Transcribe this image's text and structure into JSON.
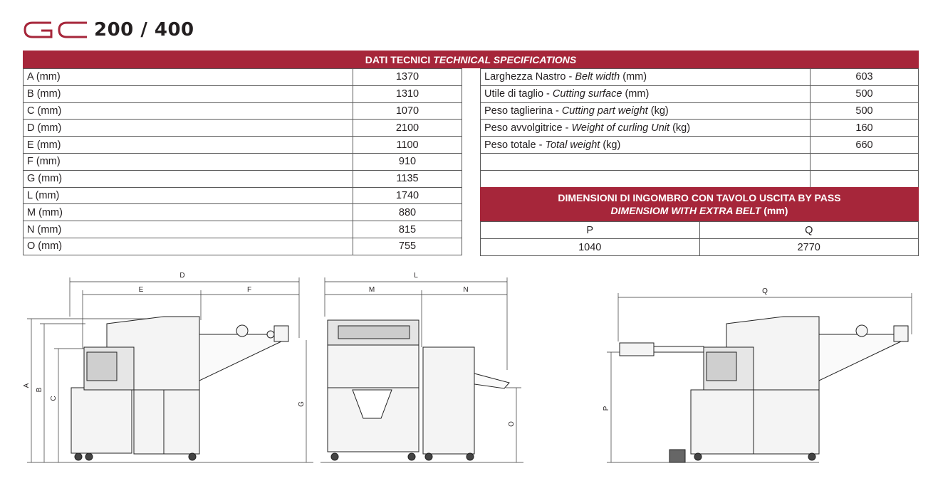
{
  "brand": {
    "logo_text": "GC",
    "model": "200 / 400",
    "color": "#a6263a"
  },
  "specs": {
    "title_it": "DATI TECNICI",
    "title_en": "TECHNICAL SPECIFICATIONS",
    "left": [
      {
        "label": "A (mm)",
        "value": "1370"
      },
      {
        "label": "B (mm)",
        "value": "1310"
      },
      {
        "label": "C (mm)",
        "value": "1070"
      },
      {
        "label": "D (mm)",
        "value": "2100"
      },
      {
        "label": "E (mm)",
        "value": "1100"
      },
      {
        "label": "F (mm)",
        "value": "910"
      },
      {
        "label": "G (mm)",
        "value": "1135"
      },
      {
        "label": "L (mm)",
        "value": "1740"
      },
      {
        "label": "M (mm)",
        "value": "880"
      },
      {
        "label": "N (mm)",
        "value": "815"
      },
      {
        "label": "O (mm)",
        "value": "755"
      }
    ],
    "right": [
      {
        "it": "Larghezza Nastro - ",
        "en": "Belt width",
        "unit": " (mm)",
        "value": "603"
      },
      {
        "it": "Utile di taglio - ",
        "en": "Cutting surface",
        "unit": " (mm)",
        "value": "500"
      },
      {
        "it": "Peso taglierina - ",
        "en": "Cutting part weight",
        "unit": " (kg)",
        "value": "500"
      },
      {
        "it": "Peso avvolgitrice - ",
        "en": "Weight of curling Unit",
        "unit": "  (kg)",
        "value": "160"
      },
      {
        "it": "Peso totale - ",
        "en": "Total weight",
        "unit": " (kg)",
        "value": "660"
      }
    ]
  },
  "bypass": {
    "title_it": "DIMENSIONI DI INGOMBRO CON TAVOLO USCITA BY PASS",
    "title_en": "DIMENSIOM WITH EXTRA BELT",
    "title_unit": " (mm)",
    "headers": [
      "P",
      "Q"
    ],
    "values": [
      "1040",
      "2770"
    ]
  },
  "drawings": {
    "side": {
      "D": "D",
      "E": "E",
      "F": "F",
      "A": "A",
      "B": "B",
      "C": "C",
      "G": "G"
    },
    "front": {
      "L": "L",
      "M": "M",
      "N": "N",
      "O": "O"
    },
    "bypass": {
      "Q": "Q",
      "P": "P"
    }
  }
}
